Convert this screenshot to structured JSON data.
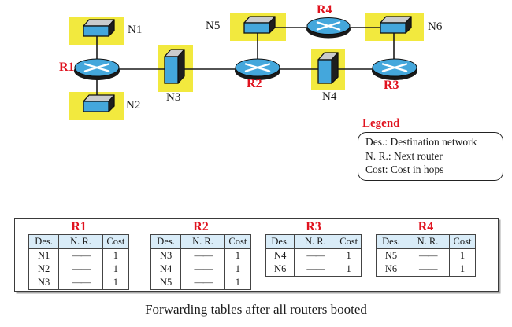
{
  "colors": {
    "highlight_yellow": "#f2e93e",
    "device_blue": "#44a7dc",
    "label_red": "#e0131f",
    "table_header_blue": "#d9ecf8"
  },
  "diagram": {
    "networks": [
      {
        "id": "N1",
        "label": "N1"
      },
      {
        "id": "N2",
        "label": "N2"
      },
      {
        "id": "N3",
        "label": "N3"
      },
      {
        "id": "N4",
        "label": "N4"
      },
      {
        "id": "N5",
        "label": "N5"
      },
      {
        "id": "N6",
        "label": "N6"
      }
    ],
    "routers": [
      {
        "id": "R1",
        "label": "R1"
      },
      {
        "id": "R2",
        "label": "R2"
      },
      {
        "id": "R3",
        "label": "R3"
      },
      {
        "id": "R4",
        "label": "R4"
      }
    ],
    "links": [
      "R1-N1",
      "R1-N2",
      "R1-N3",
      "N3-R2",
      "R2-N4",
      "N4-R3",
      "R2-N5",
      "N5-R4",
      "R4-N6",
      "N6-R3"
    ]
  },
  "legend": {
    "title": "Legend",
    "lines": [
      "Des.: Destination network",
      "N. R.: Next router",
      "Cost: Cost in hops"
    ]
  },
  "tables": [
    {
      "title": "R1",
      "columns": [
        "Des.",
        "N. R.",
        "Cost"
      ],
      "rows": [
        [
          "N1",
          "——",
          "1"
        ],
        [
          "N2",
          "——",
          "1"
        ],
        [
          "N3",
          "——",
          "1"
        ]
      ]
    },
    {
      "title": "R2",
      "columns": [
        "Des.",
        "N. R.",
        "Cost"
      ],
      "rows": [
        [
          "N3",
          "——",
          "1"
        ],
        [
          "N4",
          "——",
          "1"
        ],
        [
          "N5",
          "——",
          "1"
        ]
      ]
    },
    {
      "title": "R3",
      "columns": [
        "Des.",
        "N. R.",
        "Cost"
      ],
      "rows": [
        [
          "N4",
          "——",
          "1"
        ],
        [
          "N6",
          "——",
          "1"
        ]
      ]
    },
    {
      "title": "R4",
      "columns": [
        "Des.",
        "N. R.",
        "Cost"
      ],
      "rows": [
        [
          "N5",
          "——",
          "1"
        ],
        [
          "N6",
          "——",
          "1"
        ]
      ]
    }
  ],
  "caption": "Forwarding tables after all routers booted"
}
